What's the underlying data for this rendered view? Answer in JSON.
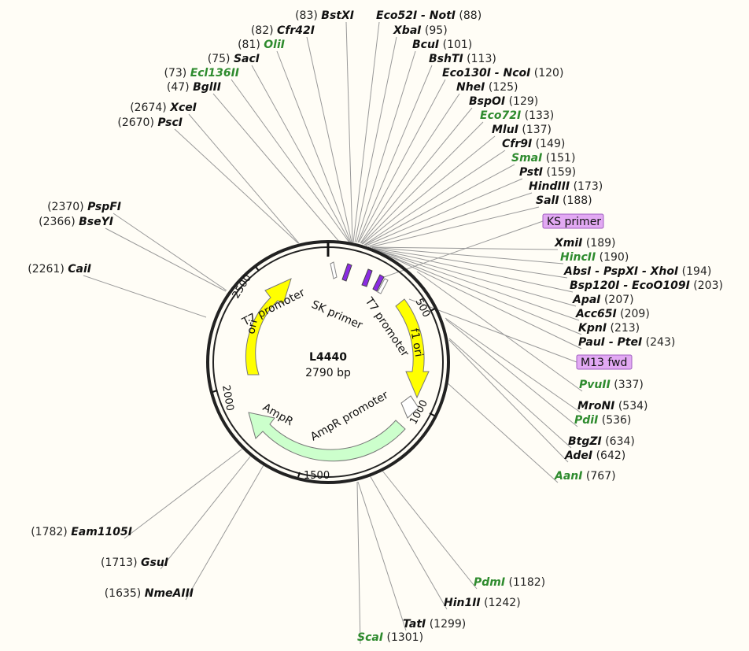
{
  "plasmid": {
    "name": "L4440",
    "size_label": "2790 bp"
  },
  "colors": {
    "unique_site": "#2e8b2e",
    "ori": "#ffff00",
    "ampr": "#ccffcc",
    "primer": "#e2a9f3",
    "promoter_arrow": "#8a2be2"
  },
  "tick_labels": [
    {
      "text": "500"
    },
    {
      "text": "1000"
    },
    {
      "text": "1500"
    },
    {
      "text": "2000"
    },
    {
      "text": "2500"
    }
  ],
  "features": {
    "ori": "ori",
    "f1_ori": "f1 ori",
    "ampr": "AmpR",
    "ampr_promoter": "AmpR promoter",
    "t7_promoter_left": "T7 promoter",
    "t7_promoter_right": "T7 promoter",
    "sk_primer": "SK primer"
  },
  "primers": {
    "ks": "KS primer",
    "m13": "M13 fwd"
  },
  "sites": [
    {
      "name": "BstXI",
      "pos": "(83)",
      "unique": false
    },
    {
      "name": "Cfr42I",
      "pos": "(82)",
      "unique": false
    },
    {
      "name": "OliI",
      "pos": "(81)",
      "unique": true
    },
    {
      "name": "SacI",
      "pos": "(75)",
      "unique": false
    },
    {
      "name": "Ecl136II",
      "pos": "(73)",
      "unique": true
    },
    {
      "name": "BglII",
      "pos": "(47)",
      "unique": false
    },
    {
      "name": "XceI",
      "pos": "(2674)",
      "unique": false
    },
    {
      "name": "PscI",
      "pos": "(2670)",
      "unique": false
    },
    {
      "name": "PspFI",
      "pos": "(2370)",
      "unique": false
    },
    {
      "name": "BseYI",
      "pos": "(2366)",
      "unique": false
    },
    {
      "name": "CaiI",
      "pos": "(2261)",
      "unique": false
    },
    {
      "name": "Eam1105I",
      "pos": "(1782)",
      "unique": false
    },
    {
      "name": "GsuI",
      "pos": "(1713)",
      "unique": false
    },
    {
      "name": "NmeAIII",
      "pos": "(1635)",
      "unique": false
    },
    {
      "name": "Eco52I - NotI",
      "pos": "(88)",
      "unique": false
    },
    {
      "name": "XbaI",
      "pos": "(95)",
      "unique": false
    },
    {
      "name": "BcuI",
      "pos": "(101)",
      "unique": false
    },
    {
      "name": "BshTI",
      "pos": "(113)",
      "unique": false
    },
    {
      "name": "Eco130I - NcoI",
      "pos": "(120)",
      "unique": false
    },
    {
      "name": "NheI",
      "pos": "(125)",
      "unique": false
    },
    {
      "name": "BspOI",
      "pos": "(129)",
      "unique": false
    },
    {
      "name": "Eco72I",
      "pos": "(133)",
      "unique": true
    },
    {
      "name": "MluI",
      "pos": "(137)",
      "unique": false
    },
    {
      "name": "Cfr9I",
      "pos": "(149)",
      "unique": false
    },
    {
      "name": "SmaI",
      "pos": "(151)",
      "unique": true
    },
    {
      "name": "PstI",
      "pos": "(159)",
      "unique": false
    },
    {
      "name": "HindIII",
      "pos": "(173)",
      "unique": false
    },
    {
      "name": "SalI",
      "pos": "(188)",
      "unique": false
    },
    {
      "name": "XmiI",
      "pos": "(189)",
      "unique": false
    },
    {
      "name": "HincII",
      "pos": "(190)",
      "unique": true
    },
    {
      "name": "AbsI - PspXI - XhoI",
      "pos": "(194)",
      "unique": false
    },
    {
      "name": "Bsp120I - EcoO109I",
      "pos": "(203)",
      "unique": false
    },
    {
      "name": "ApaI",
      "pos": "(207)",
      "unique": false
    },
    {
      "name": "Acc65I",
      "pos": "(209)",
      "unique": false
    },
    {
      "name": "KpnI",
      "pos": "(213)",
      "unique": false
    },
    {
      "name": "PauI - PteI",
      "pos": "(243)",
      "unique": false
    },
    {
      "name": "PvuII",
      "pos": "(337)",
      "unique": true
    },
    {
      "name": "MroNI",
      "pos": "(534)",
      "unique": false
    },
    {
      "name": "PdiI",
      "pos": "(536)",
      "unique": true
    },
    {
      "name": "BtgZI",
      "pos": "(634)",
      "unique": false
    },
    {
      "name": "AdeI",
      "pos": "(642)",
      "unique": false
    },
    {
      "name": "AanI",
      "pos": "(767)",
      "unique": true
    },
    {
      "name": "PdmI",
      "pos": "(1182)",
      "unique": true
    },
    {
      "name": "Hin1II",
      "pos": "(1242)",
      "unique": false
    },
    {
      "name": "TatI",
      "pos": "(1299)",
      "unique": false
    },
    {
      "name": "ScaI",
      "pos": "(1301)",
      "unique": true
    }
  ]
}
